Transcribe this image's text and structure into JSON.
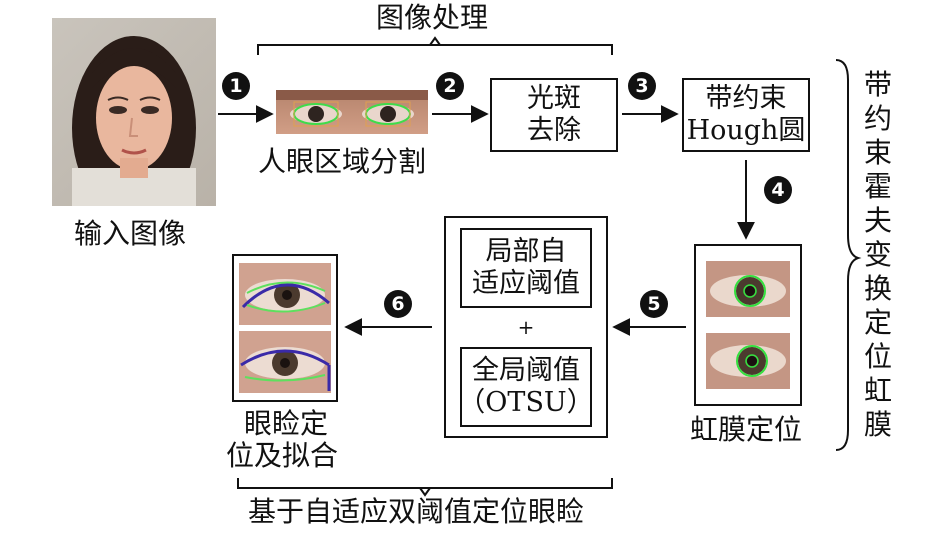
{
  "labels": {
    "processing_title": "图像处理",
    "input_image": "输入图像",
    "eye_region": "人眼区域分割",
    "spot_removal_l1": "光斑",
    "spot_removal_l2": "去除",
    "hough_l1": "带约束",
    "hough_l2": "Hough圆",
    "iris_localization": "虹膜定位",
    "local_threshold_l1": "局部自",
    "local_threshold_l2": "适应阈值",
    "plus": "+",
    "global_threshold_l1": "全局阈值",
    "global_threshold_l2": "（OTSU）",
    "eyelid_l1": "眼睑定",
    "eyelid_l2": "位及拟合",
    "bottom_caption": "基于自适应双阈值定位眼睑",
    "side_caption": [
      "带",
      "约",
      "束",
      "霍",
      "夫",
      "变",
      "换",
      "定",
      "位",
      "虹",
      "膜"
    ]
  },
  "steps": [
    "1",
    "2",
    "3",
    "4",
    "5",
    "6"
  ]
}
